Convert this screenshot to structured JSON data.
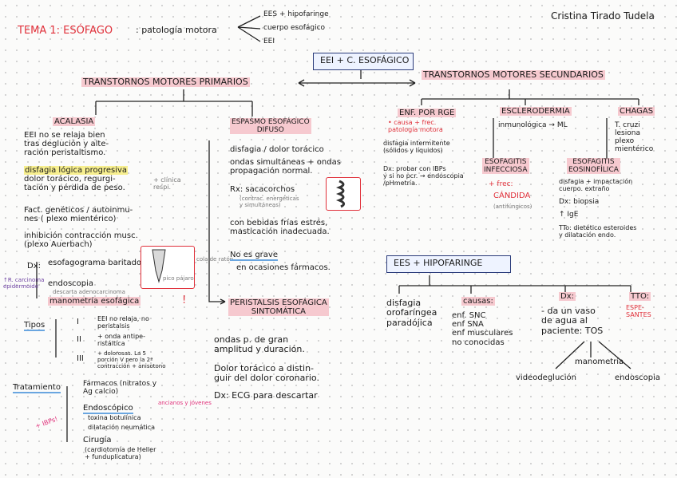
{
  "header": {
    "title": "TEMA 1: ESÓFAGO",
    "subtitle": ": patología motora",
    "branches": [
      "EES + hipofaringe",
      "cuerpo esofágico",
      "EEI"
    ],
    "author": "Cristina Tirado Tudela"
  },
  "center_box": "EEI + C. ESOFÁGICO",
  "primarios": {
    "title": "TRANSTORNOS MOTORES PRIMARIOS",
    "acalasia": {
      "title": "ACALASIA",
      "b1": [
        "EEI no se relaja bien",
        "tras deglución y alte-",
        "ración peristaltismo."
      ],
      "b2": [
        "disfagia lógica progresiva",
        "dolor torácico, regurgi-",
        "tación y pérdida de peso."
      ],
      "b2_note": [
        "+ clínica",
        "respi."
      ],
      "b3": [
        "Fact. genéticos / autoinmu-",
        "nes ( plexo mientérico)"
      ],
      "b4": [
        "inhibición contracción musc.",
        "(plexo Auerbach)"
      ],
      "dx_label": "Dx:",
      "dx_items": [
        "esofagograma baritado",
        "endoscopia",
        "manometría esofágica"
      ],
      "dx_sub": "descarta adenocarcinoma",
      "dx_side": [
        "↑R. carcinoma",
        "epidermoide"
      ],
      "image_labels": [
        "cola de ratón",
        "pico pájaro"
      ],
      "tipos_label": "Tipos",
      "tipos": [
        {
          "n": "I",
          "text": [
            "EEI no relaja, no",
            "peristalsis"
          ]
        },
        {
          "n": "II",
          "text": [
            "+ onda antipe-",
            "ristáltica"
          ]
        },
        {
          "n": "III",
          "text": [
            "+ dolorosas. La 5",
            "porción V pero la 2ª",
            "contracción + anisotono"
          ]
        }
      ],
      "trat_label": "Tratamiento",
      "farmacos": [
        "Fármacos (nitratos y",
        "Ag calcio)"
      ],
      "endos": "Endoscópico",
      "endos_items": [
        "toxina botulínica",
        "dilatación neumática"
      ],
      "endos_side": [
        "ancianos",
        "y",
        "jóvenes"
      ],
      "ibps": "+ IBPs!",
      "cirugia": "Cirugía",
      "cirugia_sub": [
        "(cardiotomía de Heller",
        "+ funduplicatura)"
      ]
    },
    "espasmo": {
      "title": [
        "ESPASMO ESOFÁGICO",
        "DIFUSO"
      ],
      "items": [
        [
          "disfagia / dolor torácico"
        ],
        [
          "ondas simultáneas + ondas",
          "propagación normal."
        ],
        [
          "Rx: sacacorchos"
        ],
        [
          "con bebidas frías estrés,",
          "masticación inadecuada."
        ],
        [
          "No es grave"
        ],
        [
          "en ocasiones fármacos."
        ]
      ],
      "rx_sub": [
        "(contrac. energéticas",
        "y simultáneas)"
      ]
    },
    "peristalsis": {
      "title": [
        "PERISTALSIS ESOFÁGICA",
        "SINTOMÁTICA"
      ],
      "items": [
        [
          "ondas p. de gran",
          "amplitud y duración."
        ],
        [
          "Dolor torácico a distin-",
          "guir del dolor coronario."
        ],
        [
          "Dx: ECG para descartar"
        ]
      ]
    }
  },
  "secundarios": {
    "title": "TRANSTORNOS MOTORES SECUNDARIOS",
    "rge": {
      "title": "ENF. POR RGE",
      "sub": [
        "• causa + frec.",
        "patología motora"
      ],
      "items": [
        [
          "disfagia intermitente",
          "(sólidos y líquidos)"
        ],
        [
          "Dx: probar con IBPs",
          "y si no pcr. → endoscopia",
          "/pHmetría."
        ]
      ]
    },
    "escl": {
      "title": "ESCLERODERMIA",
      "items": [
        "inmunológica → ML"
      ]
    },
    "chagas": {
      "title": "CHAGAS",
      "items": [
        "T. cruzi",
        "lesiona",
        "plexo",
        "mientérico"
      ]
    },
    "infec": {
      "title": [
        "ESOFAGITIS",
        "INFECCIOSA"
      ],
      "items": [
        "+ frec:",
        "CÁNDIDA",
        "(antifúngicos)"
      ]
    },
    "eosi": {
      "title": [
        "ESOFAGITIS",
        "EOSINOFÍLICA"
      ],
      "items": [
        [
          "disfagia + impactación",
          "cuerpo. extraño"
        ],
        [
          "Dx: biopsia"
        ],
        [
          "↑ IgE"
        ],
        [
          "TTo: dietético esteroides",
          "y dilatación endo."
        ]
      ]
    }
  },
  "ees": {
    "title": "EES + HIPOFARINGE",
    "disfagia": [
      "disfagia",
      "orofaríngea",
      "paradójica"
    ],
    "causas_title": "causas:",
    "causas": [
      "enf. SNC",
      "enf SNA",
      "enf musculares",
      "no conocidas"
    ],
    "dx_title": "Dx:",
    "dx_text": [
      "- da un vaso",
      "de agua al",
      "paciente: TOS"
    ],
    "dx_items": [
      "videodeglución",
      "manometría",
      "endoscopia"
    ],
    "tto_title": "TTO:",
    "tto_text": [
      "ESPE-",
      "SANTES"
    ]
  },
  "colors": {
    "accent_pink": "#f6c9cf",
    "red": "#e0303a",
    "blue": "#6aa6e0",
    "box_border": "#2a3b7a"
  }
}
